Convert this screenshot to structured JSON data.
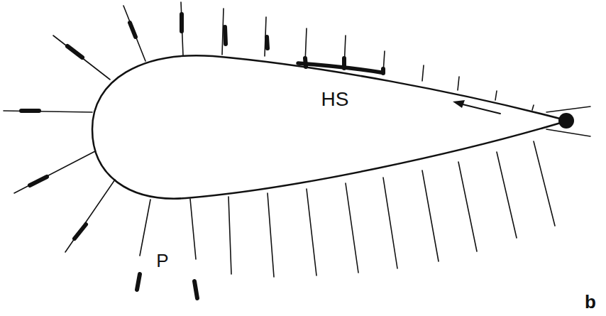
{
  "diagram": {
    "labels": [
      "HS",
      "P",
      "b"
    ]
  }
}
